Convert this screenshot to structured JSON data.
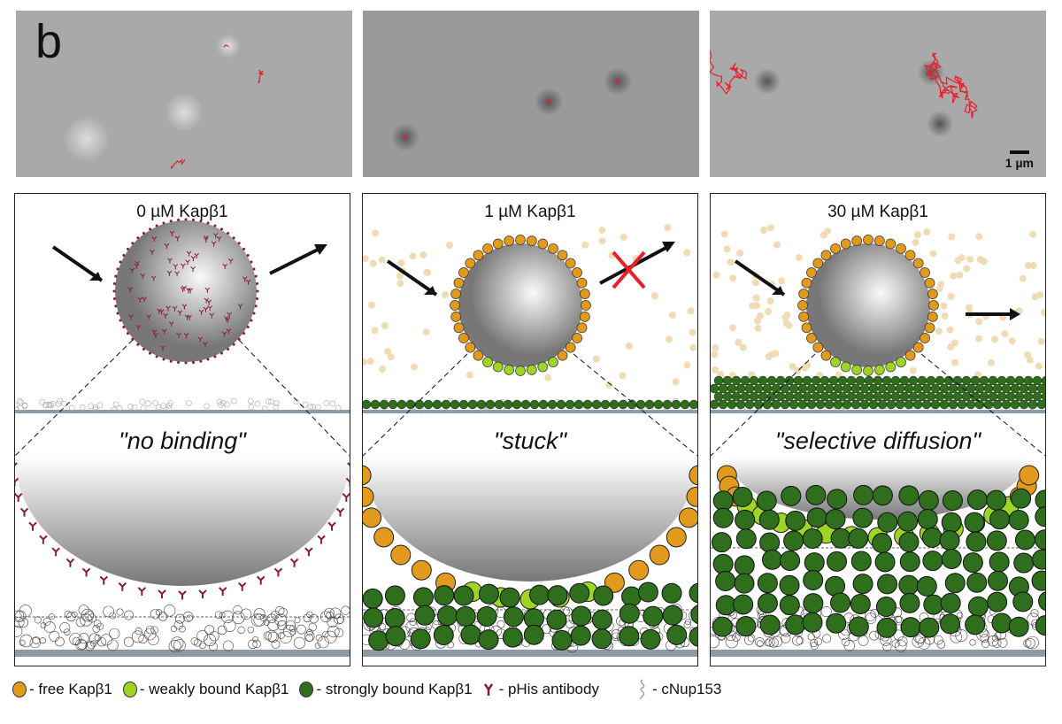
{
  "panel_letter": "b",
  "scale_bar": "1 µm",
  "panels": [
    {
      "title": "0 µM Kapβ1",
      "caption": "\"no binding\""
    },
    {
      "title": "1 µM Kapβ1",
      "caption": "\"stuck\""
    },
    {
      "title": "30 µM Kapβ1",
      "caption": "\"selective diffusion\""
    }
  ],
  "legend": [
    {
      "label": "- free Kapβ1",
      "color": "#e29a1c"
    },
    {
      "label": "- weakly bound Kapβ1",
      "color": "#9ed424"
    },
    {
      "label": "- strongly bound Kapβ1",
      "color": "#2f6e1c"
    },
    {
      "label": "- pHis antibody",
      "color": "#8a1a3a"
    },
    {
      "label": "- cNup153",
      "color": "#999999"
    }
  ],
  "colors": {
    "track": "#e8202a",
    "surface": "#8c9aa6",
    "free_dot": "#efdcb4"
  }
}
